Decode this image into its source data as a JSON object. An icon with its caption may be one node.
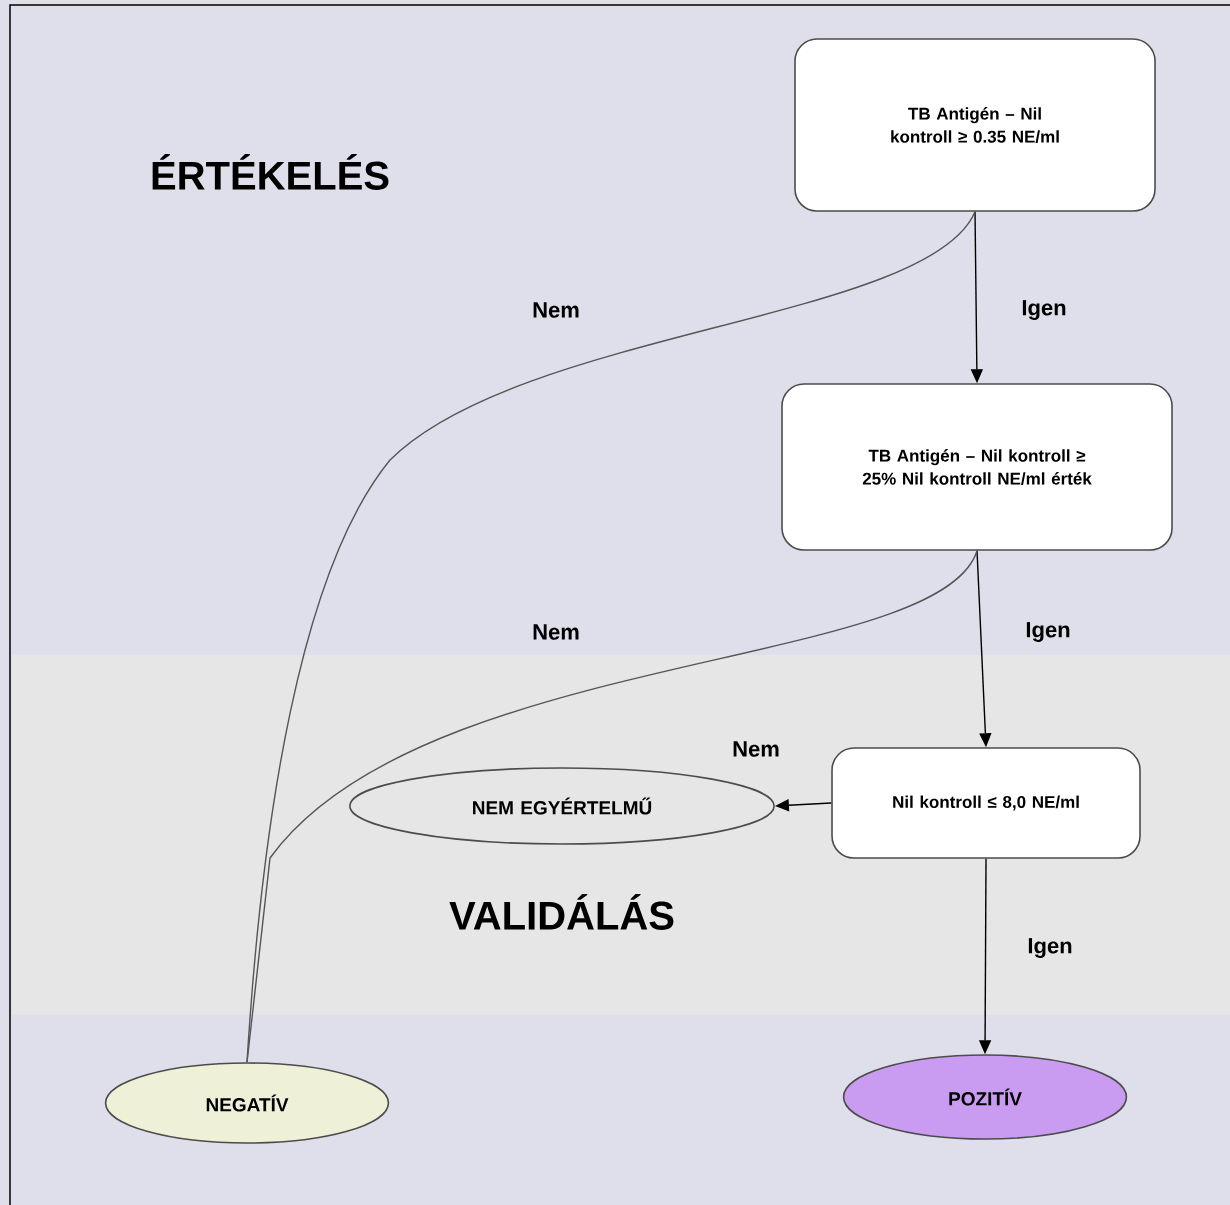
{
  "diagram": {
    "nodes": [
      {
        "text": [
          "TB Antigén – Nil kontroll ≥ 0.35 NE/ml"
        ]
      },
      {
        "text": [
          "TB Antigén – Nil kontroll ≥ 25% Nil kontroll NE/ml érték"
        ]
      },
      {
        "text": [
          "Nil kontroll ≤ 8,0 NE/ml"
        ]
      },
      {
        "text": [
          "NEM EGYÉRTELMŰ"
        ]
      },
      {
        "text": [
          "NEGATÍV"
        ]
      },
      {
        "text": [
          "POZITÍV"
        ]
      }
    ],
    "edges": [
      {
        "from": 0,
        "to": 1,
        "arrow": "to",
        "label": "Igen"
      },
      {
        "from": 0,
        "to": 4,
        "arrow": "none",
        "label": "Nem"
      },
      {
        "from": 1,
        "to": 2,
        "arrow": "to",
        "label": "Igen"
      },
      {
        "from": 1,
        "to": 4,
        "arrow": "none",
        "label": "Nem"
      },
      {
        "from": 2,
        "to": 3,
        "arrow": "to",
        "label": "Nem"
      },
      {
        "from": 2,
        "to": 5,
        "arrow": "to",
        "label": "Igen"
      }
    ],
    "labels": [
      "ÉRTÉKELÉS",
      "VALIDÁLÁS"
    ]
  }
}
